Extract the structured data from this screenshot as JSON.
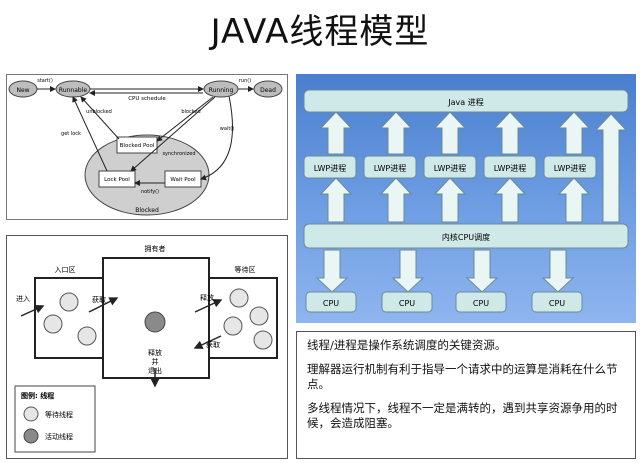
{
  "title": "JAVA线程模型",
  "state_diagram": {
    "states": {
      "new": "New",
      "runnable": "Runnable",
      "running": "Running",
      "dead": "Dead",
      "blocked_pool": "Blocked Pool",
      "lock_pool": "Lock Pool",
      "wait_pool": "Wait Pool",
      "blocked": "Blocked"
    },
    "transitions": {
      "start": "start()",
      "cpu_schedule": "CPU schedule",
      "run": "run()",
      "unblocked": "unblocked",
      "blocked": "blocked",
      "get_lock": "get lock",
      "synchronized": "synchronized",
      "wait": "wait()",
      "notify": "notify()"
    }
  },
  "monitor_diagram": {
    "owner": "拥有者",
    "entry_set": "入口区",
    "wait_set": "等待区",
    "enter": "进入",
    "acquire_left": "获取",
    "release_right": "释放",
    "acquire_right": "获取",
    "release_exit_1": "释放",
    "release_exit_2": "并",
    "release_exit_3": "退出",
    "legend": {
      "title": "图例: 线程",
      "waiting": "等待线程",
      "active": "活动线程"
    }
  },
  "lwp_diagram": {
    "java_process": "Java 进程",
    "lwp": [
      "LWP进程",
      "LWP进程",
      "LWP进程",
      "LWP进程",
      "LWP进程"
    ],
    "kernel": "内核CPU调度",
    "cpu": [
      "CPU",
      "CPU",
      "CPU",
      "CPU"
    ]
  },
  "notes": [
    "线程/进程是操作系统调度的关键资源。",
    "理解器运行机制有利于指导一个请求中的运算是消耗在什么节点。",
    "多线程情况下，线程不一定是满转的，遇到共享资源争用的时候，会造成阻塞。"
  ]
}
